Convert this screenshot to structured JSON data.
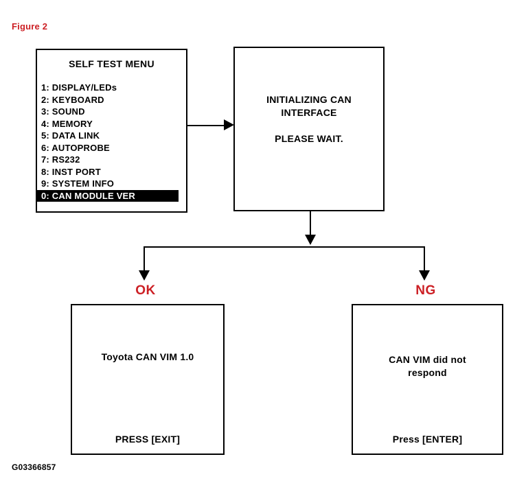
{
  "figure": {
    "title": "Figure 2",
    "footer_code": "G03366857"
  },
  "colors": {
    "accent_red": "#cc1f24",
    "line_black": "#000000",
    "highlight_bg": "#000000",
    "highlight_text": "#ffffff",
    "background": "#ffffff"
  },
  "menu": {
    "title": "SELF TEST MENU",
    "items": [
      {
        "label": "1: DISPLAY/LEDs",
        "highlighted": false
      },
      {
        "label": "2: KEYBOARD",
        "highlighted": false
      },
      {
        "label": "3: SOUND",
        "highlighted": false
      },
      {
        "label": "4: MEMORY",
        "highlighted": false
      },
      {
        "label": "5: DATA LINK",
        "highlighted": false
      },
      {
        "label": "6: AUTOPROBE",
        "highlighted": false
      },
      {
        "label": "7: RS232",
        "highlighted": false
      },
      {
        "label": "8: INST PORT",
        "highlighted": false
      },
      {
        "label": "9: SYSTEM INFO",
        "highlighted": false
      },
      {
        "label": "0: CAN MODULE VER",
        "highlighted": true
      }
    ]
  },
  "init_box": {
    "line1": "INITIALIZING CAN",
    "line2": "INTERFACE",
    "wait_line": "PLEASE WAIT."
  },
  "ok_branch": {
    "label": "OK",
    "message": "Toyota CAN VIM 1.0",
    "action": "PRESS [EXIT]"
  },
  "ng_branch": {
    "label": "NG",
    "message_line1": "CAN VIM did not",
    "message_line2": "respond",
    "action": "Press [ENTER]"
  }
}
